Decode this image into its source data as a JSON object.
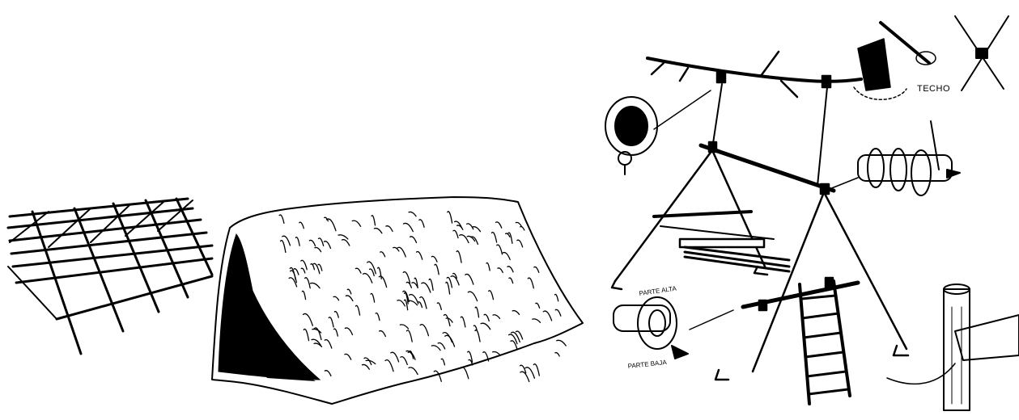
{
  "labels": {
    "techo": "TECHO",
    "parte_alta": "PARTE ALTA",
    "parte_baja": "PARTE BAJA"
  },
  "colors": {
    "ink": "#000000",
    "paper": "#ffffff"
  }
}
